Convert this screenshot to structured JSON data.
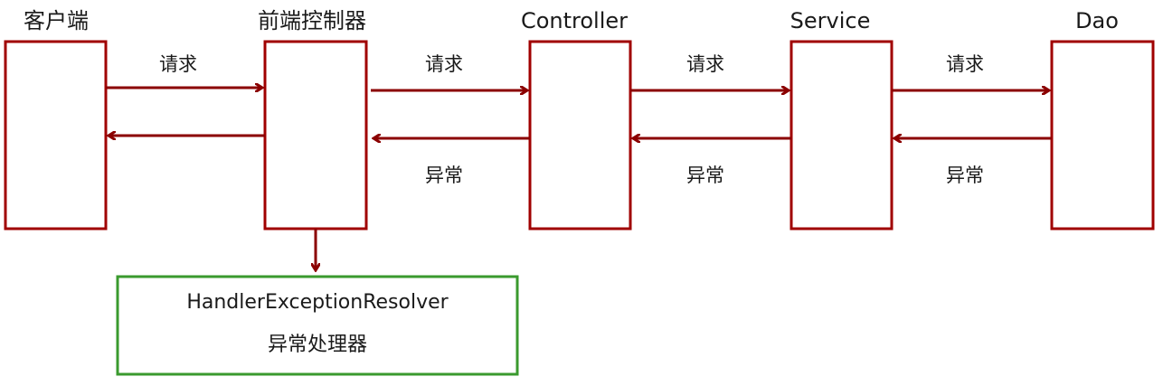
{
  "colors": {
    "node_border": "#a00000",
    "arrow": "#8b0000",
    "handler_border": "#3a9a2e",
    "text": "#1a1a1a"
  },
  "nodes": {
    "client": "客户端",
    "front_controller": "前端控制器",
    "controller": "Controller",
    "service": "Service",
    "dao": "Dao"
  },
  "edges": {
    "request_label": "请求",
    "exception_label": "异常"
  },
  "handler": {
    "name": "HandlerExceptionResolver",
    "subtitle": "异常处理器"
  }
}
